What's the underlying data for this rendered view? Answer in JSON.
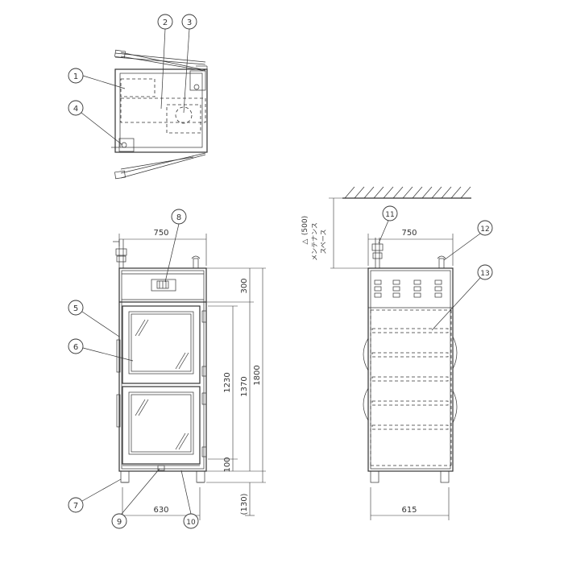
{
  "callouts": [
    "1",
    "2",
    "3",
    "4",
    "5",
    "6",
    "7",
    "8",
    "9",
    "10",
    "11",
    "12",
    "13"
  ],
  "dimensions": {
    "front_width": "750",
    "front_depth": "630",
    "top_section": "300",
    "door_height": "1230",
    "total_height": "1800",
    "panel_height": "1370",
    "bottom_gap": "100",
    "leg_height": "(130)",
    "side_width": "750",
    "side_depth": "615",
    "maintenance_space": "(500)"
  },
  "notes": {
    "maintenance_label_1": "メンテナンス",
    "maintenance_label_2": "スペース",
    "triangle_mark": "△"
  }
}
